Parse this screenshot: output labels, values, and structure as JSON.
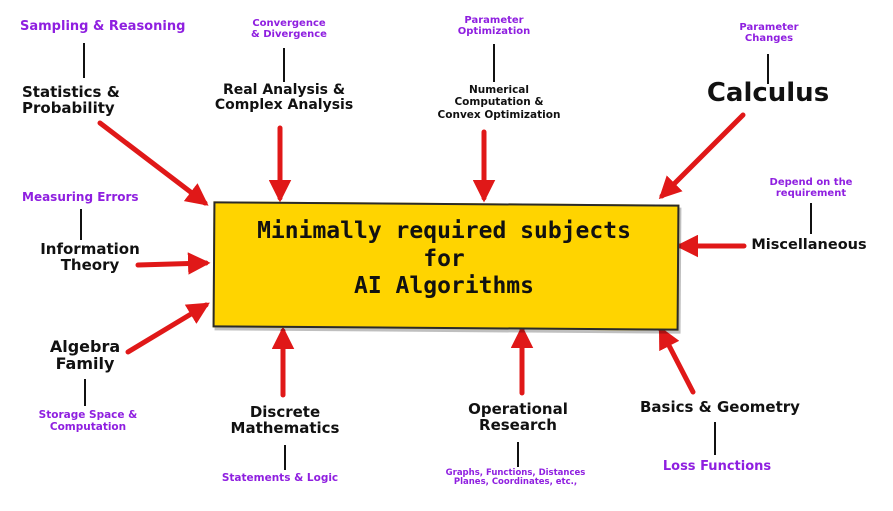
{
  "center": {
    "line1": "Minimally required subjects",
    "line2": "for",
    "line3": "AI Algorithms"
  },
  "subjects": {
    "statistics": {
      "line1": "Statistics &",
      "line2": "Probability",
      "note": "Sampling & Reasoning"
    },
    "real_analysis": {
      "line1": "Real Analysis &",
      "line2": "Complex Analysis",
      "note1": "Convergence",
      "note2": "& Divergence"
    },
    "numerical": {
      "line1": "Numerical",
      "line2": "Computation  &",
      "line3": "Convex Optimization",
      "note1": "Parameter",
      "note2": "Optimization"
    },
    "calculus": {
      "line1": "Calculus",
      "note1": "Parameter",
      "note2": "Changes"
    },
    "information_theory": {
      "line1": "Information",
      "line2": "Theory",
      "note": "Measuring Errors"
    },
    "miscellaneous": {
      "line1": "Miscellaneous",
      "note1": "Depend on the",
      "note2": "requirement"
    },
    "algebra": {
      "line1": "Algebra",
      "line2": "Family",
      "note1": "Storage Space &",
      "note2": "Computation"
    },
    "discrete": {
      "line1": "Discrete",
      "line2": "Mathematics",
      "note": "Statements & Logic"
    },
    "operational": {
      "line1": "Operational",
      "line2": "Research",
      "note1": "Graphs, Functions, Distances",
      "note2": "Planes, Coordinates, etc.,"
    },
    "geometry": {
      "line1": "Basics & Geometry",
      "note": "Loss Functions"
    }
  },
  "colors": {
    "center_fill": "#ffd400",
    "arrow": "#e01818",
    "note_text": "#8f1fe0",
    "subject_text": "#111111"
  }
}
